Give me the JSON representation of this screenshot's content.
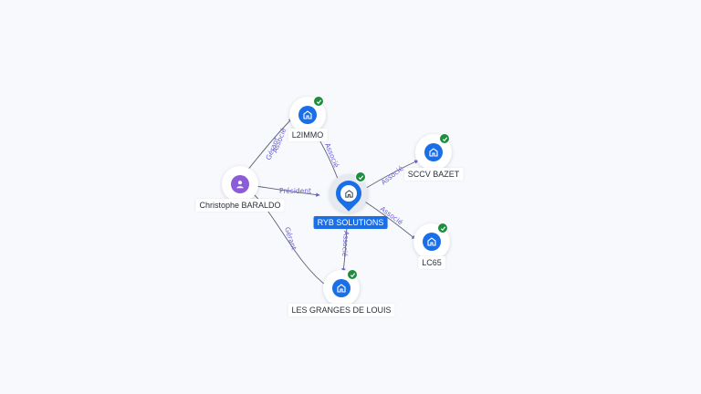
{
  "nodes": {
    "ryb": {
      "label": "RYB SOLUTIONS",
      "icon": "company-icon",
      "verified": true,
      "highlighted": true
    },
    "l2immo": {
      "label": "L2IMMO",
      "icon": "company-icon",
      "verified": true
    },
    "sccv": {
      "label": "SCCV BAZET",
      "icon": "company-icon",
      "verified": true
    },
    "lc65": {
      "label": "LC65",
      "icon": "company-icon",
      "verified": true
    },
    "granges": {
      "label": "LES GRANGES DE LOUIS",
      "icon": "company-icon",
      "verified": true
    },
    "christophe": {
      "label": "Christophe BARALDO",
      "icon": "person-icon",
      "verified": false
    }
  },
  "edges": [
    {
      "from": "christophe",
      "to": "l2immo",
      "labels": [
        "Gérant",
        "Associé"
      ]
    },
    {
      "from": "christophe",
      "to": "ryb",
      "labels": [
        "Président"
      ]
    },
    {
      "from": "christophe",
      "to": "granges",
      "labels": [
        "Gérant"
      ]
    },
    {
      "from": "ryb",
      "to": "l2immo",
      "labels": [
        "Associé"
      ]
    },
    {
      "from": "ryb",
      "to": "sccv",
      "labels": [
        "Associé"
      ]
    },
    {
      "from": "ryb",
      "to": "lc65",
      "labels": [
        "Associé"
      ]
    },
    {
      "from": "ryb",
      "to": "granges",
      "labels": [
        "Associé"
      ]
    }
  ],
  "colors": {
    "company": "#1a6ee6",
    "person": "#8a5cd8",
    "verified_badge": "#1e8e3e",
    "edge_label": "#6b5fd6"
  }
}
